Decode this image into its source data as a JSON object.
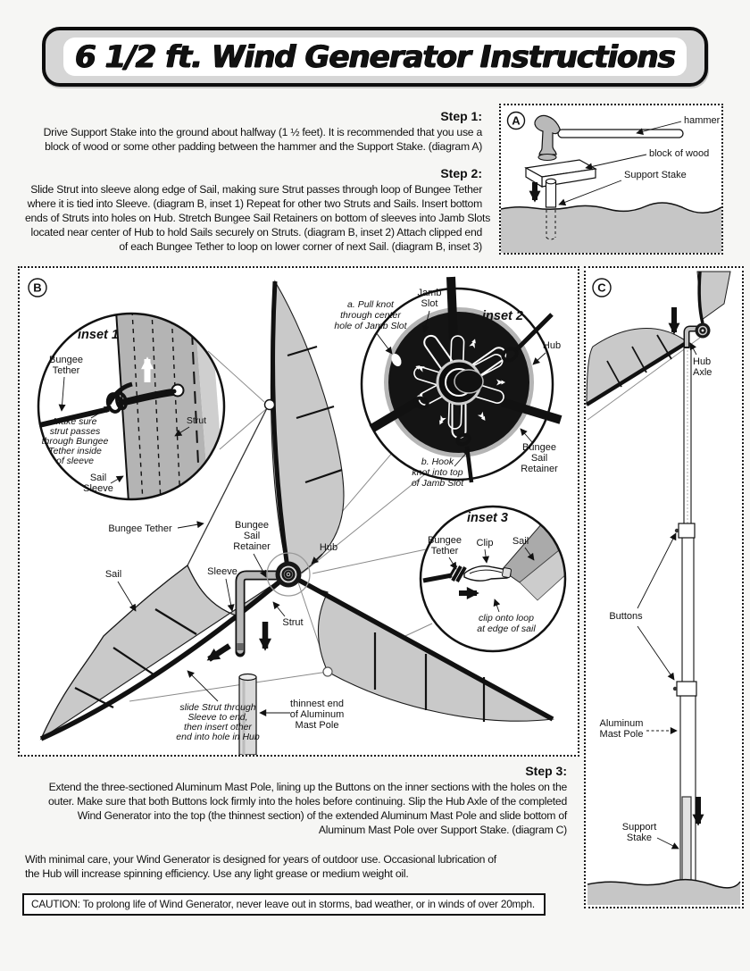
{
  "banner": {
    "title": "6 1/2 ft. Wind Generator Instructions"
  },
  "steps": {
    "step1": {
      "heading": "Step 1:",
      "lines": [
        "Drive Support Stake into the ground about halfway (1 ½ feet).  It is recommended that you use a",
        "block of wood or some other padding between the hammer and the Support Stake.  (diagram A)"
      ]
    },
    "step2": {
      "heading": "Step 2:",
      "lines": [
        "Slide Strut into sleeve along edge of Sail, making sure Strut passes through loop of Bungee Tether",
        "where it is tied into Sleeve.  (diagram B, inset 1)  Repeat for other two Struts and Sails.  Insert bottom",
        "ends of Struts into holes on Hub.  Stretch Bungee Sail Retainers on bottom of sleeves into Jamb Slots",
        "located near center of Hub to hold Sails securely on Struts.  (diagram B, inset 2)  Attach clipped end",
        "of each Bungee Tether to loop on lower corner of next Sail.  (diagram B, inset 3)"
      ]
    },
    "step3": {
      "heading": "Step 3:",
      "lines": [
        "Extend the three-sectioned Aluminum Mast Pole, lining up the Buttons on the inner sections with the holes on the",
        "outer.  Make sure that both Buttons lock firmly into the holes before continuing.   Slip the Hub Axle of the completed",
        "Wind Generator into the top (the thinnest section) of the extended Aluminum Mast Pole and slide bottom of",
        "Aluminum Mast Pole over Support Stake.  (diagram C)"
      ]
    }
  },
  "care": {
    "lines": [
      "With minimal care, your Wind Generator is designed for years of outdoor use.  Occasional lubrication of",
      "the Hub will increase spinning efficiency.  Use any light grease or medium weight oil."
    ]
  },
  "caution": {
    "text": "CAUTION: To prolong life of Wind Generator, never leave out in storms, bad weather, or in winds of over 20mph."
  },
  "diagram_a": {
    "letter": "A",
    "labels": {
      "hammer": "hammer",
      "block_of_wood": "block of wood",
      "support_stake": "Support Stake"
    }
  },
  "diagram_b": {
    "letter": "B",
    "labels": {
      "bungee_tether": "Bungee Tether",
      "bungee_sail_retainer": [
        "Bungee",
        "Sail",
        "Retainer"
      ],
      "hub": "Hub",
      "sail": "Sail",
      "sleeve": "Sleeve",
      "strut": "Strut",
      "slide_note": [
        "slide Strut through",
        "Sleeve to end,",
        "then insert other",
        "end into hole in Hub"
      ],
      "mast_note": [
        "thinnest end",
        "of Aluminum",
        "Mast Pole"
      ]
    },
    "inset1": {
      "title": "inset 1",
      "bungee_tether": [
        "Bungee",
        "Tether"
      ],
      "make_sure_note": [
        "Make sure",
        "strut passes",
        "through Bungee",
        "Tether inside",
        "of sleeve"
      ],
      "sail_sleeve": [
        "Sail",
        "Sleeve"
      ],
      "strut": "Strut"
    },
    "inset2": {
      "title": "inset 2",
      "note_a": [
        "a. Pull knot",
        "through center",
        "hole of Jamb Slot"
      ],
      "jamb_slot": [
        "Jamb",
        "Slot"
      ],
      "hub": "Hub",
      "bungee_sail_retainer": [
        "Bungee",
        "Sail",
        "Retainer"
      ],
      "note_b": [
        "b. Hook",
        "knot into top",
        "of Jamb Slot"
      ]
    },
    "inset3": {
      "title": "inset 3",
      "bungee_tether": [
        "Bungee",
        "Tether"
      ],
      "clip": "Clip",
      "sail": "Sail",
      "clip_note": [
        "clip onto loop",
        "at edge of sail"
      ]
    }
  },
  "diagram_c": {
    "letter": "C",
    "labels": {
      "hub_axle": [
        "Hub",
        "Axle"
      ],
      "buttons": "Buttons",
      "aluminum_mast_pole": [
        "Aluminum",
        "Mast Pole"
      ],
      "support_stake": [
        "Support",
        "Stake"
      ]
    }
  },
  "colors": {
    "sail_gray": "#c9c9c9",
    "ground_gray": "#c6c6c6",
    "banner_frame": "#d6d6d6"
  }
}
